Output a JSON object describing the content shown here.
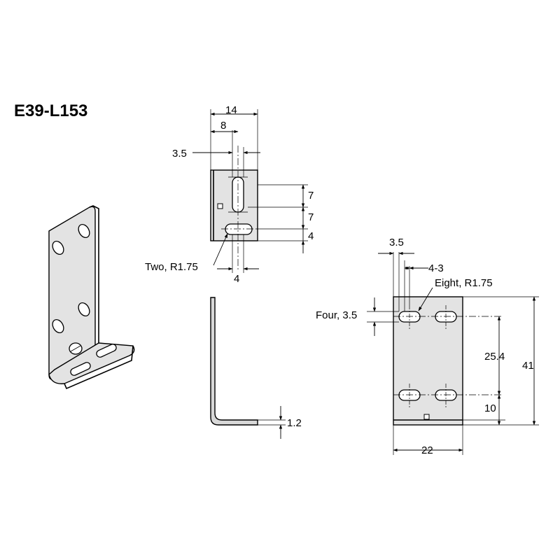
{
  "title": "E39-L153",
  "front_view": {
    "width_14": "14",
    "offset_8": "8",
    "slot_3_5": "3.5",
    "pitch_7a": "7",
    "pitch_7b": "7",
    "edge_4": "4",
    "radius_note": "Two, R1.75",
    "slot_4": "4"
  },
  "side_view": {
    "thickness": "1.2"
  },
  "base_view": {
    "slot_3_5": "3.5",
    "pitch_4_3": "4-3",
    "radius_note": "Eight, R1.75",
    "hole_note": "Four, 3.5",
    "pitch_25_4": "25.4",
    "height_41": "41",
    "edge_10": "10",
    "width_22": "22"
  }
}
